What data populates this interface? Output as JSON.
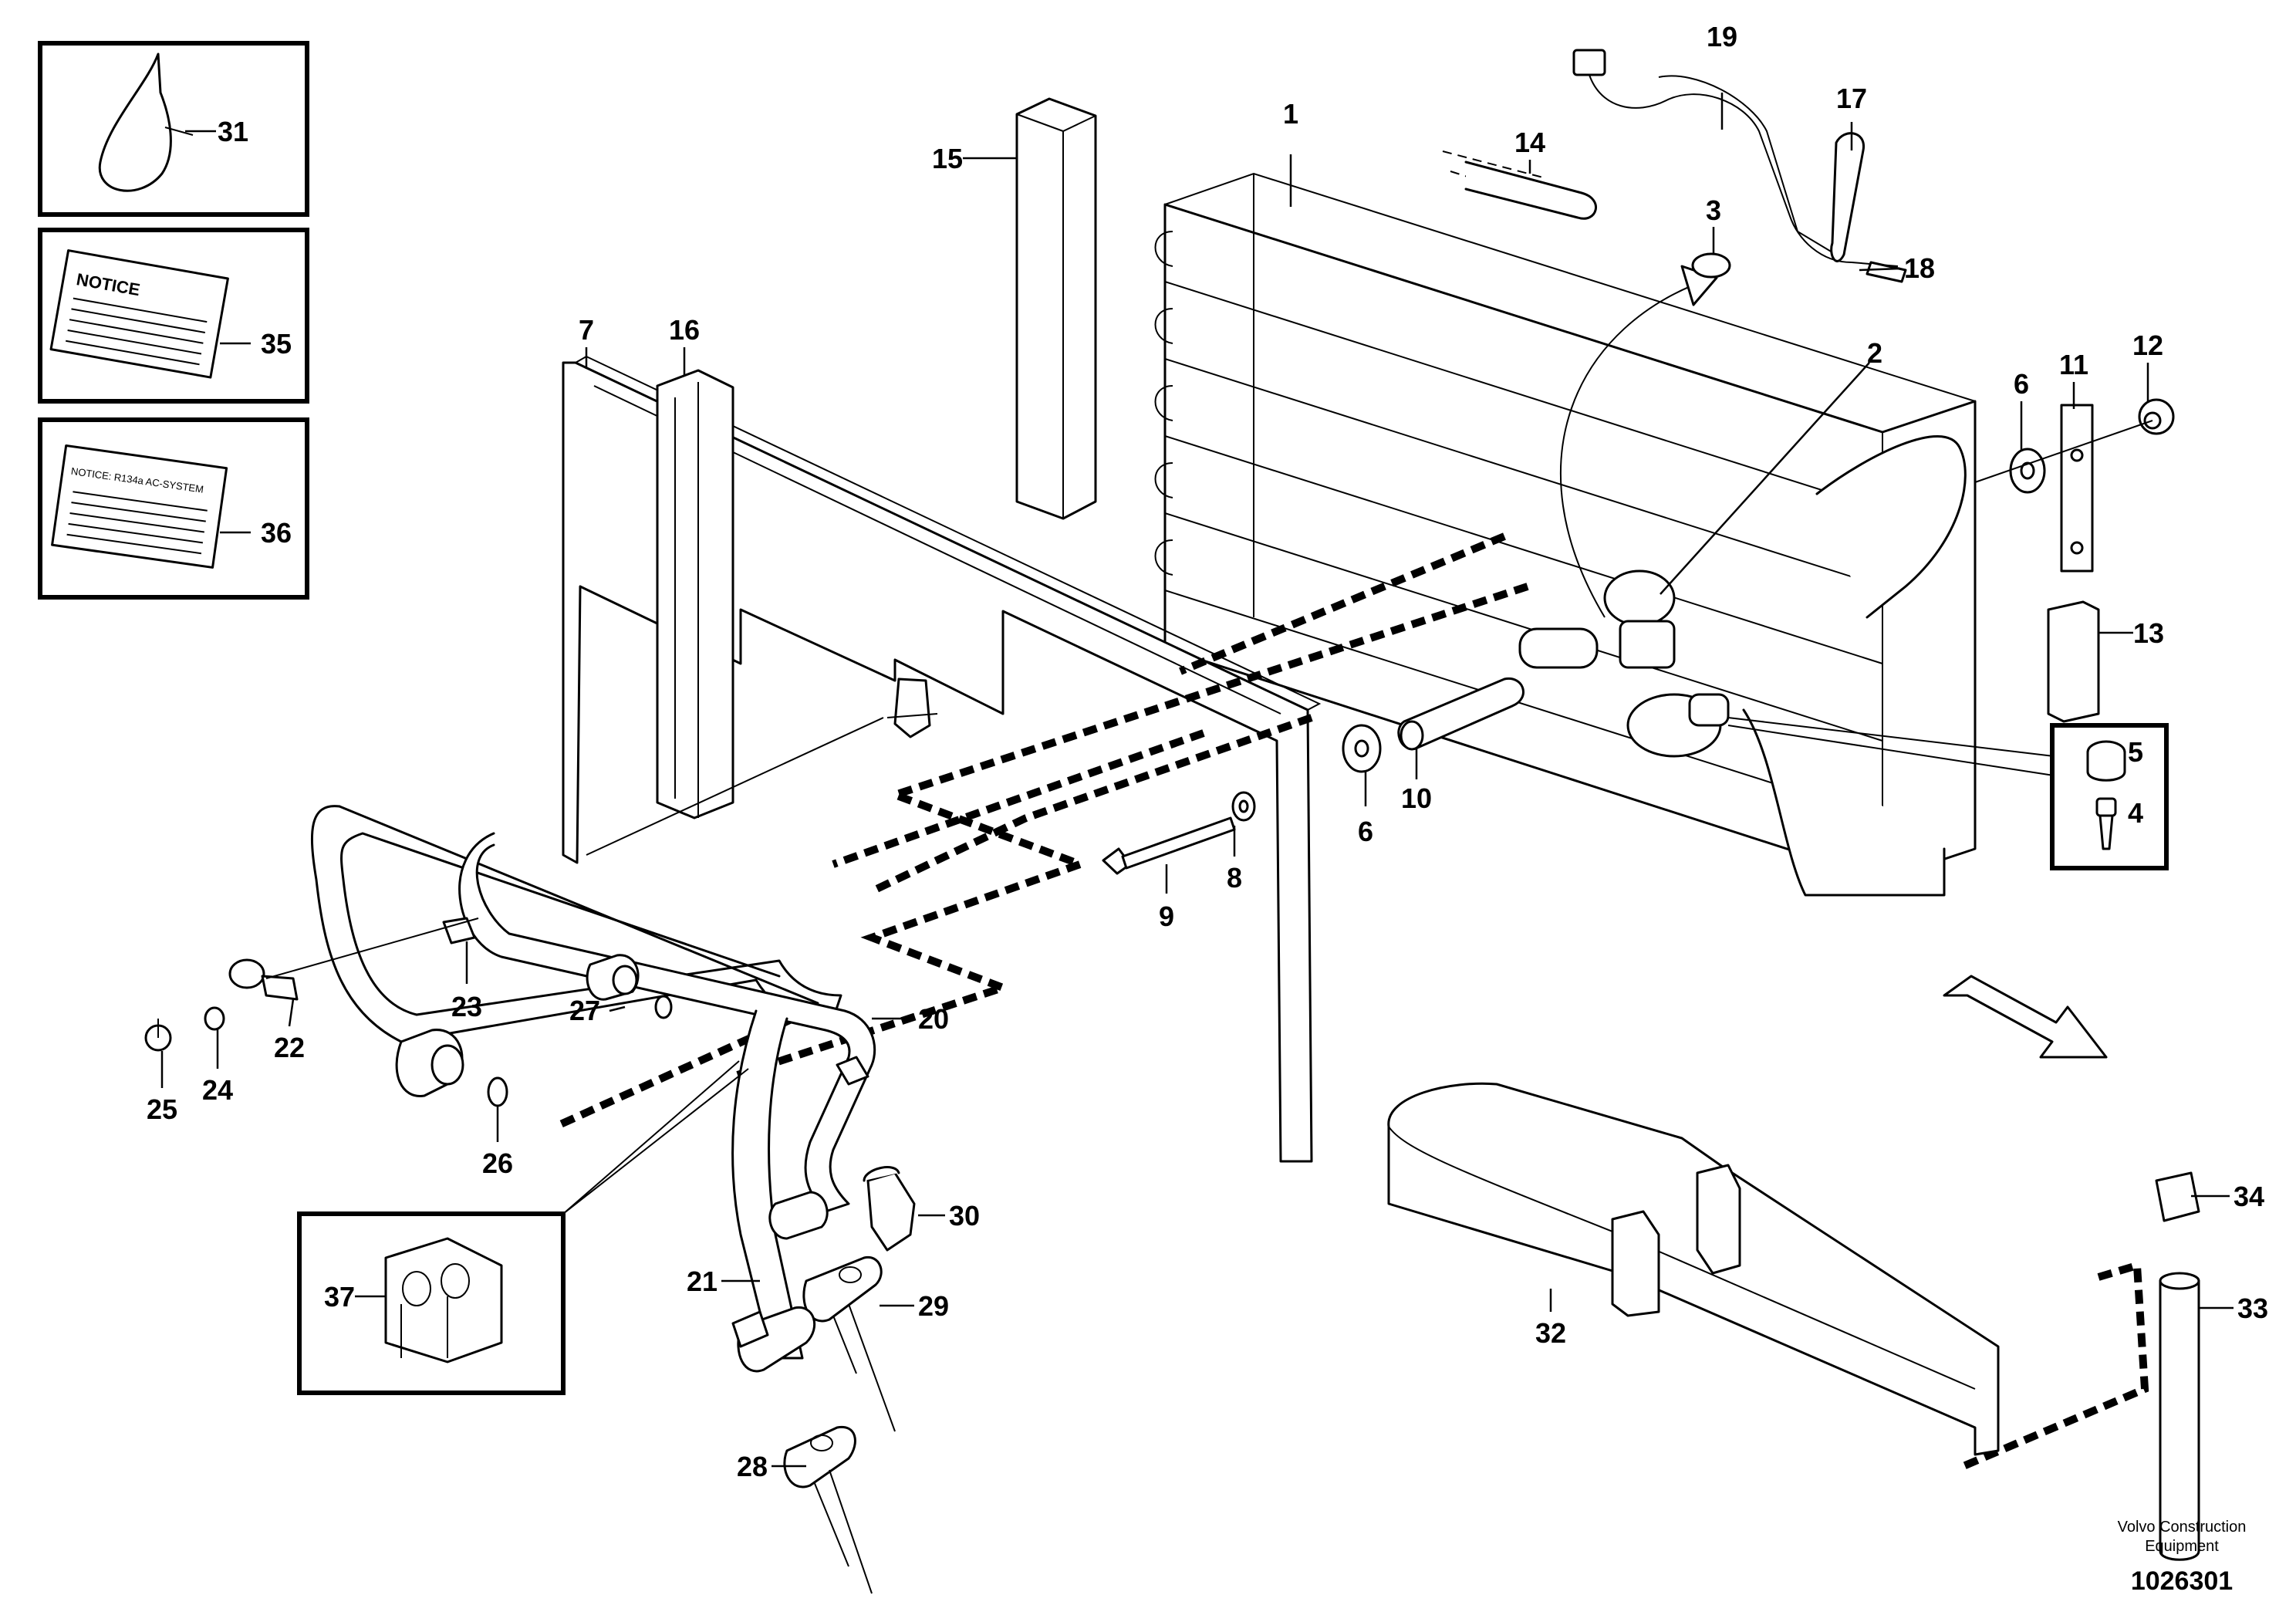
{
  "callouts": [
    {
      "id": "1",
      "label": "1"
    },
    {
      "id": "2",
      "label": "2"
    },
    {
      "id": "3",
      "label": "3"
    },
    {
      "id": "4",
      "label": "4"
    },
    {
      "id": "5",
      "label": "5"
    },
    {
      "id": "6a",
      "label": "6"
    },
    {
      "id": "6b",
      "label": "6"
    },
    {
      "id": "7",
      "label": "7"
    },
    {
      "id": "8",
      "label": "8"
    },
    {
      "id": "9",
      "label": "9"
    },
    {
      "id": "10",
      "label": "10"
    },
    {
      "id": "11",
      "label": "11"
    },
    {
      "id": "12",
      "label": "12"
    },
    {
      "id": "13",
      "label": "13"
    },
    {
      "id": "14",
      "label": "14"
    },
    {
      "id": "15",
      "label": "15"
    },
    {
      "id": "16",
      "label": "16"
    },
    {
      "id": "17",
      "label": "17"
    },
    {
      "id": "18",
      "label": "18"
    },
    {
      "id": "19",
      "label": "19"
    },
    {
      "id": "20",
      "label": "20"
    },
    {
      "id": "21",
      "label": "21"
    },
    {
      "id": "22",
      "label": "22"
    },
    {
      "id": "23",
      "label": "23"
    },
    {
      "id": "24",
      "label": "24"
    },
    {
      "id": "25",
      "label": "25"
    },
    {
      "id": "26",
      "label": "26"
    },
    {
      "id": "27",
      "label": "27"
    },
    {
      "id": "28",
      "label": "28"
    },
    {
      "id": "29",
      "label": "29"
    },
    {
      "id": "30",
      "label": "30"
    },
    {
      "id": "31",
      "label": "31"
    },
    {
      "id": "32",
      "label": "32"
    },
    {
      "id": "33",
      "label": "33"
    },
    {
      "id": "34",
      "label": "34"
    },
    {
      "id": "35",
      "label": "35"
    },
    {
      "id": "36",
      "label": "36"
    },
    {
      "id": "37",
      "label": "37"
    }
  ],
  "labels": {
    "notice": "NOTICE",
    "notice_r134a": "NOTICE: R134a AC-SYSTEM"
  },
  "footer": {
    "brand_line1": "Volvo Construction",
    "brand_line2": "Equipment",
    "doc_number": "1026301"
  }
}
